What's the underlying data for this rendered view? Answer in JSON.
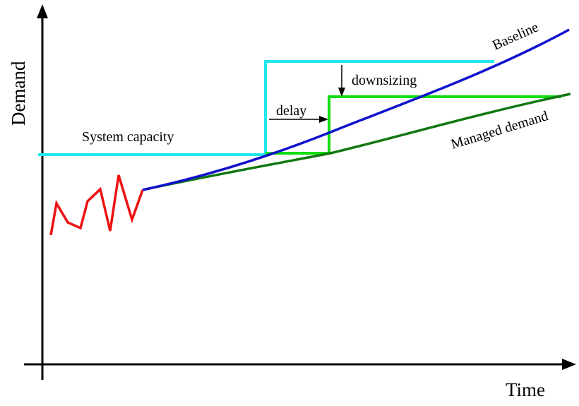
{
  "diagram": {
    "axes": {
      "x_label": "Time",
      "y_label": "Demand"
    },
    "labels": {
      "system_capacity": "System capacity",
      "baseline": "Baseline",
      "managed_demand": "Managed demand",
      "delay": "delay",
      "downsizing": "downsizing"
    },
    "colors": {
      "axis": "#000000",
      "historical": "#ee1111",
      "baseline": "#1111cc",
      "managed": "#117711",
      "capacity_baseline": "#22e6ee",
      "capacity_managed": "#11dd11"
    }
  }
}
